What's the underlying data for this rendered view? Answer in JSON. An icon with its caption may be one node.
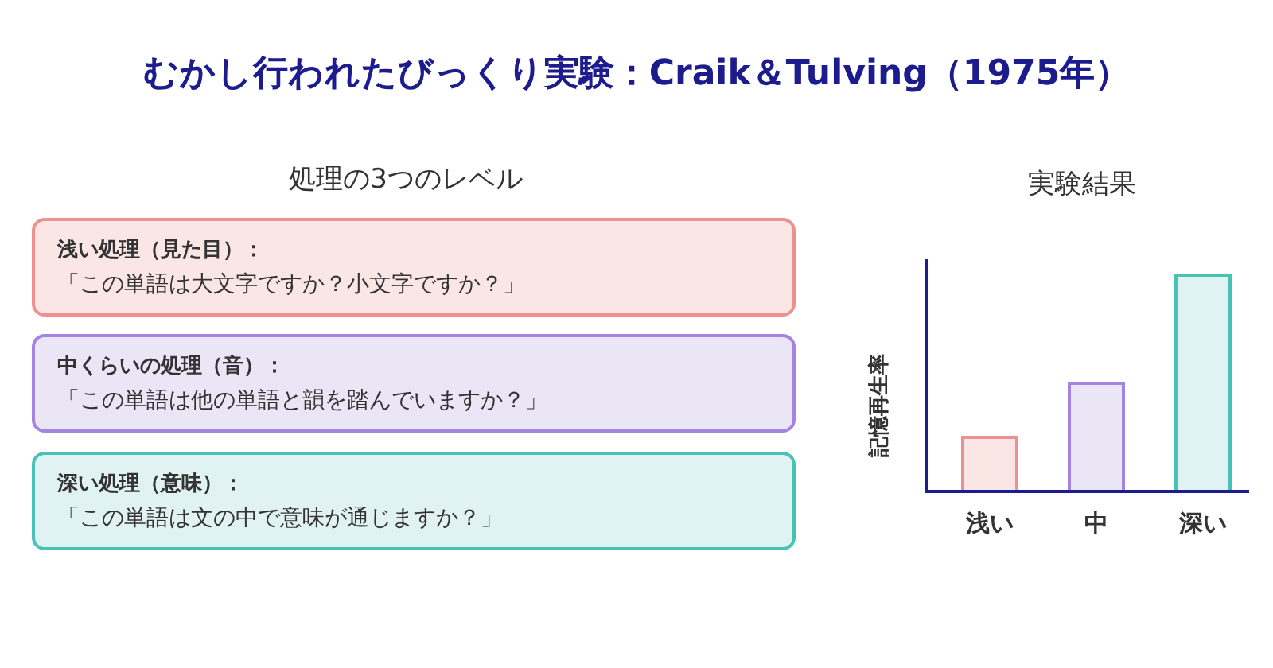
{
  "diagram": {
    "title": "むかし行われたびっくり実験：Craik＆Tulving（1975年）",
    "nodes": [
      {
        "text": [
          "浅い処理（見た目）：",
          "「この単語は大文字ですか？小文字ですか？」"
        ]
      },
      {
        "text": [
          "中くらいの処理（音）：",
          "「この単語は他の単語と韻を踏んでいますか？」"
        ]
      },
      {
        "text": [
          "深い処理（意味）：",
          "「この単語は文の中で意味が通じますか？」"
        ]
      }
    ],
    "labels": [
      "処理の3つのレベル",
      "実験結果",
      "記憶再生率",
      "浅い",
      "中",
      "深い"
    ]
  }
}
